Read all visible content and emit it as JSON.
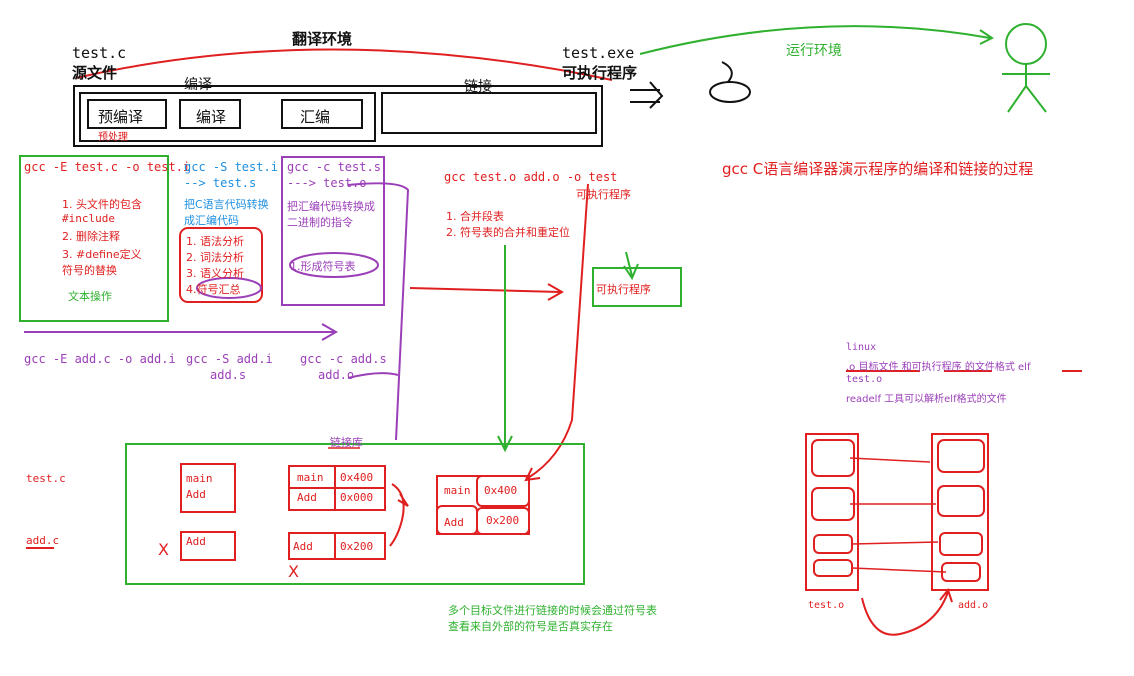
{
  "header": {
    "test_c": "test.c",
    "source_file": "源文件",
    "translation_env": "翻译环境",
    "compile": "编译",
    "link": "链接",
    "test_exe": "test.exe",
    "executable": "可执行程序",
    "runtime_env": "运行环境",
    "preprocess": "预编译",
    "compile_box": "编译",
    "assemble": "汇编",
    "preprocess_note": "预处理"
  },
  "title": "gcc C语言编译器演示程序的编译和链接的过程",
  "stage1": {
    "cmd": "gcc -E test.c -o test.i",
    "item1": "1. 头文件的包含",
    "item1b": "#include",
    "item2": "2. 删除注释",
    "item3": "3. #define定义",
    "item3b": "符号的替换",
    "footer": "文本操作"
  },
  "stage2": {
    "cmd": "gcc -S test.i",
    "arrow": "--> test.s",
    "desc1": "把C语言代码转换",
    "desc2": "成汇编代码",
    "item1": "1. 语法分析",
    "item2": "2. 词法分析",
    "item3": "3. 语义分析",
    "item4": "4.符号汇总"
  },
  "stage3": {
    "cmd": "gcc -c test.s",
    "arrow": "---> test.o",
    "desc1": "把汇编代码转换成",
    "desc2": "二进制的指令",
    "item1": "1.形成符号表"
  },
  "stage4": {
    "cmd": "gcc test.o add.o -o test",
    "exe_note": "可执行程序",
    "item1": "1. 合并段表",
    "item2": "2. 符号表的合并和重定位"
  },
  "exe_box": "可执行程序",
  "add_row": {
    "cmd1": "gcc -E add.c -o add.i",
    "cmd2": "gcc -S add.i",
    "cmd2b": "add.s",
    "cmd3": "gcc -c add.s",
    "cmd3b": "add.o"
  },
  "linker": {
    "label": "链接库",
    "test_c": "test.c",
    "add_c": "add.c",
    "main": "main",
    "add_lower": "Add",
    "table1": [
      [
        "main",
        "0x400"
      ],
      [
        "Add",
        "0x000"
      ]
    ],
    "table2": [
      [
        "Add",
        "0x200"
      ]
    ],
    "merged": [
      [
        "main",
        "0x400"
      ],
      [
        "Add",
        "0x200"
      ]
    ],
    "cross": "X",
    "note1": "多个目标文件进行链接的时候会通过符号表",
    "note2": "查看来自外部的符号是否真实存在"
  },
  "elf": {
    "l1": "linux",
    "l2": ".o 目标文件 和可执行程序 的文件格式 elf",
    "l3": "test.o",
    "l4": "readelf  工具可以解析elf格式的文件",
    "test_o": "test.o",
    "add_o": "add.o"
  },
  "colors": {
    "red": "#e02020",
    "green": "#2fb12f",
    "purple": "#9b3fb8",
    "blue": "#1f8fe0",
    "black": "#111111"
  }
}
